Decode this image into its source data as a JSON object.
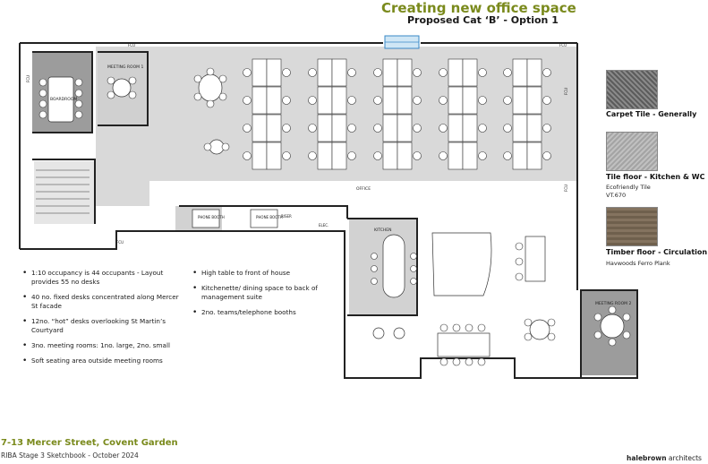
{
  "header": {
    "title": "Creating new office space",
    "subtitle": "Proposed Cat ‘B’ - Option 1"
  },
  "plan_labels": {
    "meeting_room_1": "MEETING ROOM 1",
    "boardroom": "BOARDROOM",
    "office": "OFFICE",
    "kitchen": "KITCHEN",
    "phone_booth_1": "PHONE BOOTH",
    "phone_booth_2": "PHONE BOOTH",
    "riser": "RISER",
    "elec": "ELEC.",
    "meeting_room_2": "MEETING ROOM 2",
    "fcu_1": "FCU",
    "fcu_2": "FCU",
    "fcu_3": "FCU",
    "fcu_4": "FCU",
    "fcu_5": "FCU",
    "fcu_6": "FCU"
  },
  "materials": [
    {
      "name": "Carpet Tile - Generally",
      "note": "",
      "color": "#6e6e6e"
    },
    {
      "name": "Tile floor - Kitchen & WC",
      "note": "Ecofriendly Tile",
      "note2": "VT.670",
      "color": "#a9a9a9"
    },
    {
      "name": "Timber floor - Circulation",
      "note": "Havwoods Ferro Plank",
      "color": "#7d6c58"
    }
  ],
  "notes_left": [
    "1:10 occupancy is 44 occupants - Layout provides 55 no desks",
    "40 no. fixed desks concentrated along Mercer St facade",
    "12no. “hot” desks overlooking St Martin’s Courtyard",
    "3no. meeting rooms: 1no. large, 2no. small",
    "Soft seating area outside meeting rooms"
  ],
  "notes_right": [
    "High table to front of house",
    "Kitchenette/ dining space to back of management suite",
    "2no. teams/telephone booths"
  ],
  "footer": {
    "project": "7-13 Mercer Street, Covent Garden",
    "stage": "RIBA Stage 3 Sketchbook - October 2024",
    "firm_bold": "halebrown",
    "firm_rest": " architects"
  },
  "colors": {
    "accent": "#7a8a1c",
    "carpet": "#d8d8d8",
    "carpet_dark": "#9a9a9a",
    "timber": "#f0f0f0",
    "wall": "#222222"
  }
}
